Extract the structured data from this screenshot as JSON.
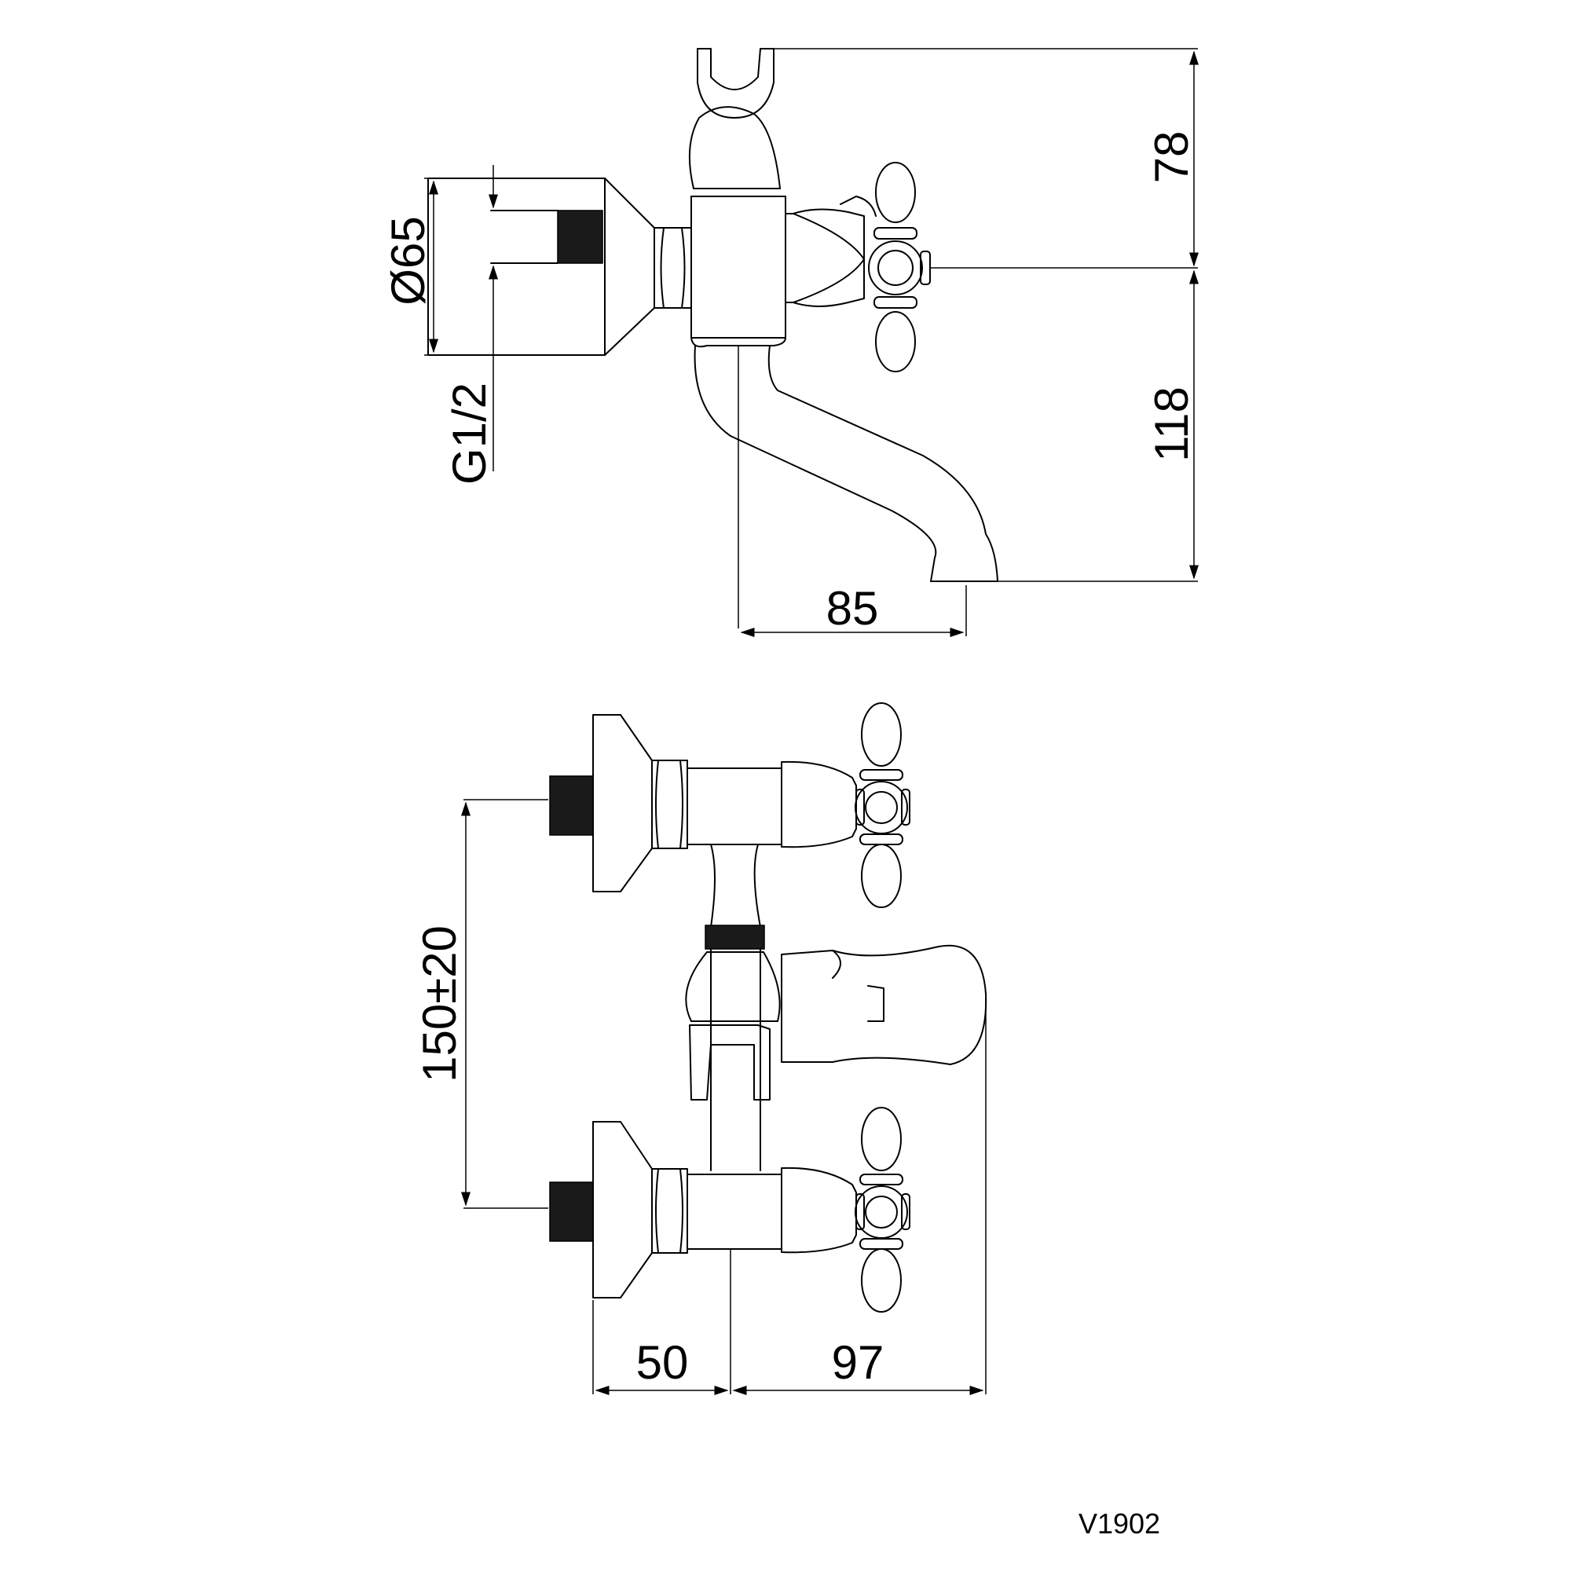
{
  "drawing": {
    "model_code": "V1902",
    "colors": {
      "line": "#000000",
      "background": "#ffffff"
    },
    "side_view": {
      "dimensions": {
        "height_upper": "78",
        "height_lower": "118",
        "spout_reach": "85",
        "flange_diameter": "Ø65",
        "thread": "G1/2"
      }
    },
    "front_view": {
      "dimensions": {
        "inlet_spacing": "150±20",
        "body_depth": "50",
        "handle_reach": "97"
      }
    }
  }
}
